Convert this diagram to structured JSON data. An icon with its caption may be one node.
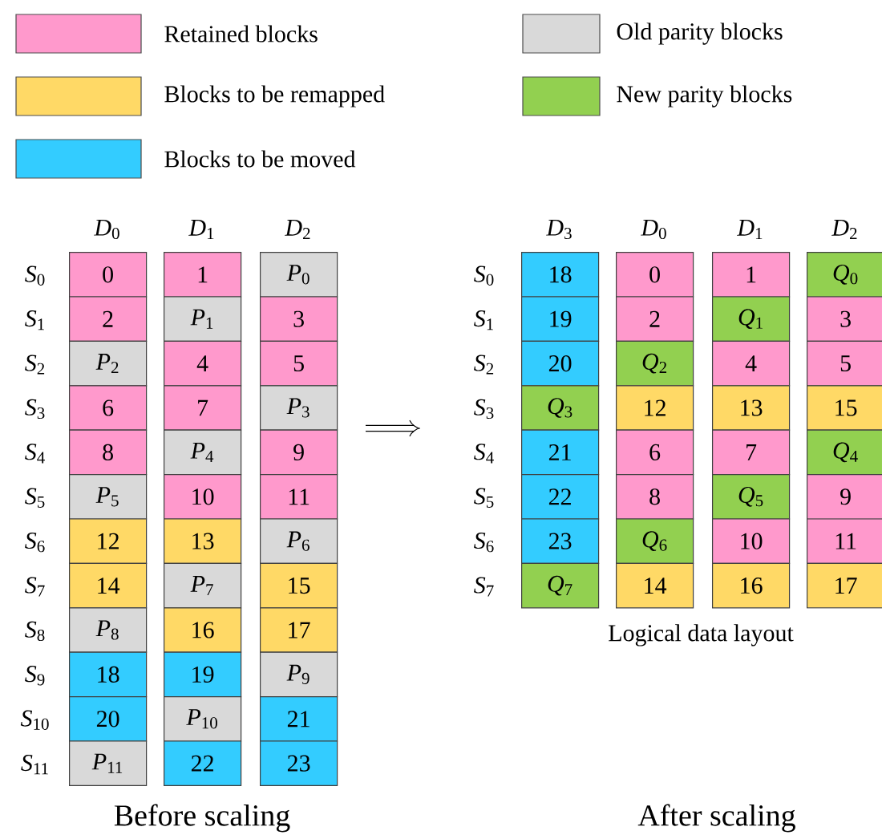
{
  "diagram": {
    "nodes": [
      {
        "text": [
          "0"
        ]
      },
      {
        "text": [
          "1"
        ]
      },
      {
        "text": [
          "*P*$_{0}$"
        ]
      },
      {
        "text": [
          "2"
        ]
      },
      {
        "text": [
          "*P*$_{1}$"
        ]
      },
      {
        "text": [
          "3"
        ]
      },
      {
        "text": [
          "*P*$_{2}$"
        ]
      },
      {
        "text": [
          "4"
        ]
      },
      {
        "text": [
          "5"
        ]
      },
      {
        "text": [
          "6"
        ]
      },
      {
        "text": [
          "7"
        ]
      },
      {
        "text": [
          "*P*$_{3}$"
        ]
      },
      {
        "text": [
          "8"
        ]
      },
      {
        "text": [
          "*P*$_{4}$"
        ]
      },
      {
        "text": [
          "9"
        ]
      },
      {
        "text": [
          "*P*$_{5}$"
        ]
      },
      {
        "text": [
          "10"
        ]
      },
      {
        "text": [
          "11"
        ]
      },
      {
        "text": [
          "12"
        ]
      },
      {
        "text": [
          "13"
        ]
      },
      {
        "text": [
          "*P*$_{6}$"
        ]
      },
      {
        "text": [
          "14"
        ]
      },
      {
        "text": [
          "*P*$_{7}$"
        ]
      },
      {
        "text": [
          "15"
        ]
      },
      {
        "text": [
          "*P*$_{8}$"
        ]
      },
      {
        "text": [
          "16"
        ]
      },
      {
        "text": [
          "17"
        ]
      },
      {
        "text": [
          "18"
        ]
      },
      {
        "text": [
          "19"
        ]
      },
      {
        "text": [
          "*P*$_{9}$"
        ]
      },
      {
        "text": [
          "20"
        ]
      },
      {
        "text": [
          "*P*$_{10}$"
        ]
      },
      {
        "text": [
          "21"
        ]
      },
      {
        "text": [
          "*P*$_{11}$"
        ]
      },
      {
        "text": [
          "22"
        ]
      },
      {
        "text": [
          "23"
        ]
      },
      {
        "text": [
          "18"
        ]
      },
      {
        "text": [
          "0"
        ]
      },
      {
        "text": [
          "1"
        ]
      },
      {
        "text": [
          "*Q*$_{0}$"
        ]
      },
      {
        "text": [
          "19"
        ]
      },
      {
        "text": [
          "2"
        ]
      },
      {
        "text": [
          "*Q*$_{1}$"
        ]
      },
      {
        "text": [
          "3"
        ]
      },
      {
        "text": [
          "20"
        ]
      },
      {
        "text": [
          "*Q*$_{2}$"
        ]
      },
      {
        "text": [
          "4"
        ]
      },
      {
        "text": [
          "5"
        ]
      },
      {
        "text": [
          "*Q*$_{3}$"
        ]
      },
      {
        "text": [
          "12"
        ]
      },
      {
        "text": [
          "13"
        ]
      },
      {
        "text": [
          "15"
        ]
      },
      {
        "text": [
          "21"
        ]
      },
      {
        "text": [
          "6"
        ]
      },
      {
        "text": [
          "7"
        ]
      },
      {
        "text": [
          "*Q*$_{4}$"
        ]
      },
      {
        "text": [
          "22"
        ]
      },
      {
        "text": [
          "8"
        ]
      },
      {
        "text": [
          "*Q*$_{5}$"
        ]
      },
      {
        "text": [
          "9"
        ]
      },
      {
        "text": [
          "23"
        ]
      },
      {
        "text": [
          "*Q*$_{6}$"
        ]
      },
      {
        "text": [
          "10"
        ]
      },
      {
        "text": [
          "11"
        ]
      },
      {
        "text": [
          "*Q*$_{7}$"
        ]
      },
      {
        "text": [
          "14"
        ]
      },
      {
        "text": [
          "16"
        ]
      },
      {
        "text": [
          "17"
        ]
      }
    ],
    "labels": [
      "*D*$_{0}$",
      "*D*$_{1}$",
      "*D*$_{2}$",
      "*S*$_{0}$",
      "*S*$_{1}$",
      "*S*$_{2}$",
      "*S*$_{3}$",
      "*S*$_{4}$",
      "*S*$_{5}$",
      "*S*$_{6}$",
      "*S*$_{7}$",
      "*S*$_{8}$",
      "*S*$_{9}$",
      "*S*$_{10}$",
      "*S*$_{11}$",
      "Before scaling",
      "*D*$_{3}$",
      "*D*$_{0}$",
      "*D*$_{1}$",
      "*D*$_{2}$",
      "*S*$_{0}$",
      "*S*$_{1}$",
      "*S*$_{2}$",
      "*S*$_{3}$",
      "*S*$_{4}$",
      "*S*$_{5}$",
      "*S*$_{6}$",
      "*S*$_{7}$",
      "Logical data layout",
      "After scaling"
    ],
    "legend": [
      {
        "text": "Retained blocks",
        "color": "#ff99cc"
      },
      {
        "text": "Old parity blocks",
        "color": "#d9d9d9"
      },
      {
        "text": "Blocks to be remapped",
        "color": "#ffd966"
      },
      {
        "text": "New parity blocks",
        "color": "#92d050"
      },
      {
        "text": "Blocks to be moved",
        "color": "#33ccff"
      }
    ]
  }
}
